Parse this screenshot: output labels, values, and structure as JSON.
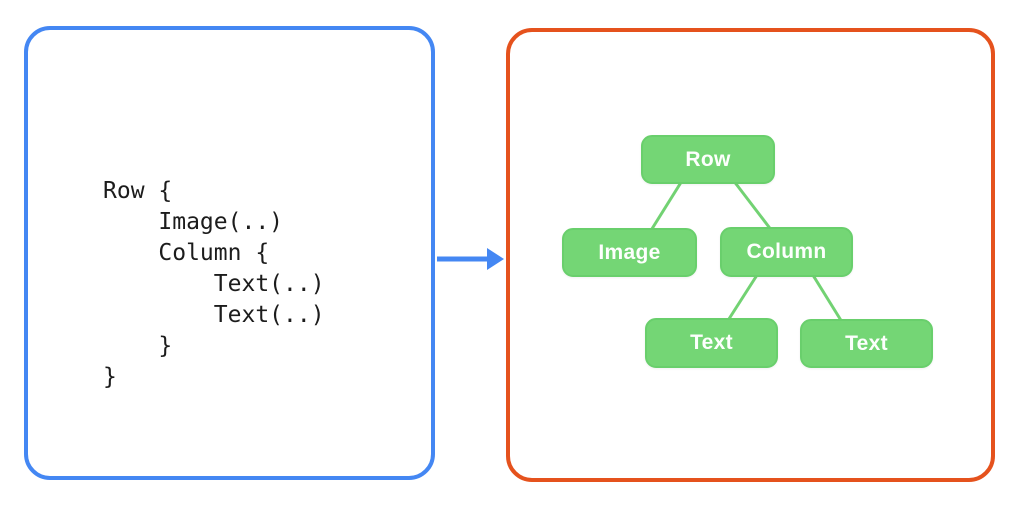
{
  "diagram": {
    "title_hint": "declarative-ui-code-to-widget-tree",
    "left_panel": {
      "type": "code",
      "border_color": "#4487F3",
      "code": "Row {\n    Image(..)\n    Column {\n        Text(..)\n        Text(..)\n    }\n}"
    },
    "arrow": {
      "direction": "right",
      "color": "#4487F3"
    },
    "right_panel": {
      "type": "widget-tree",
      "border_color": "#E5521D",
      "node_fill": "#74D675",
      "node_border": "#69CF6C",
      "edge_color": "#72D273",
      "label_color": "#FDFFFD",
      "nodes": [
        {
          "id": "row",
          "label": "Row",
          "children": [
            "image",
            "column"
          ]
        },
        {
          "id": "image",
          "label": "Image",
          "children": []
        },
        {
          "id": "column",
          "label": "Column",
          "children": [
            "text-1",
            "text-2"
          ]
        },
        {
          "id": "text-1",
          "label": "Text",
          "children": []
        },
        {
          "id": "text-2",
          "label": "Text",
          "children": []
        }
      ],
      "edges": [
        [
          "row",
          "image"
        ],
        [
          "row",
          "column"
        ],
        [
          "column",
          "text-1"
        ],
        [
          "column",
          "text-2"
        ]
      ]
    }
  }
}
